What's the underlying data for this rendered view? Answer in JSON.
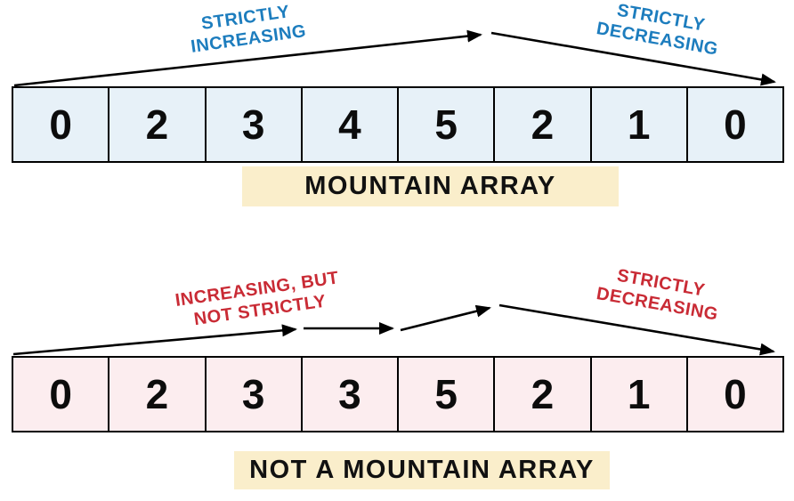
{
  "colors": {
    "blue": "#1d7dbe",
    "red": "#c92b35",
    "mountain_cell_bg": "#e7f1f8",
    "not_mountain_cell_bg": "#fcedef",
    "label_bg": "#faeecb"
  },
  "mountain_section": {
    "values": [
      0,
      2,
      3,
      4,
      5,
      2,
      1,
      0
    ],
    "caption": "MOUNTAIN ARRAY",
    "increasing_annotation": {
      "line1": "STRICTLY",
      "line2": "INCREASING"
    },
    "decreasing_annotation": {
      "line1": "STRICTLY",
      "line2": "DECREASING"
    }
  },
  "not_mountain_section": {
    "values": [
      0,
      2,
      3,
      3,
      5,
      2,
      1,
      0
    ],
    "caption": "NOT A MOUNTAIN ARRAY",
    "increasing_annotation": {
      "line1": "INCREASING, BUT",
      "line2": "NOT STRICTLY"
    },
    "decreasing_annotation": {
      "line1": "STRICTLY",
      "line2": "DECREASING"
    }
  }
}
